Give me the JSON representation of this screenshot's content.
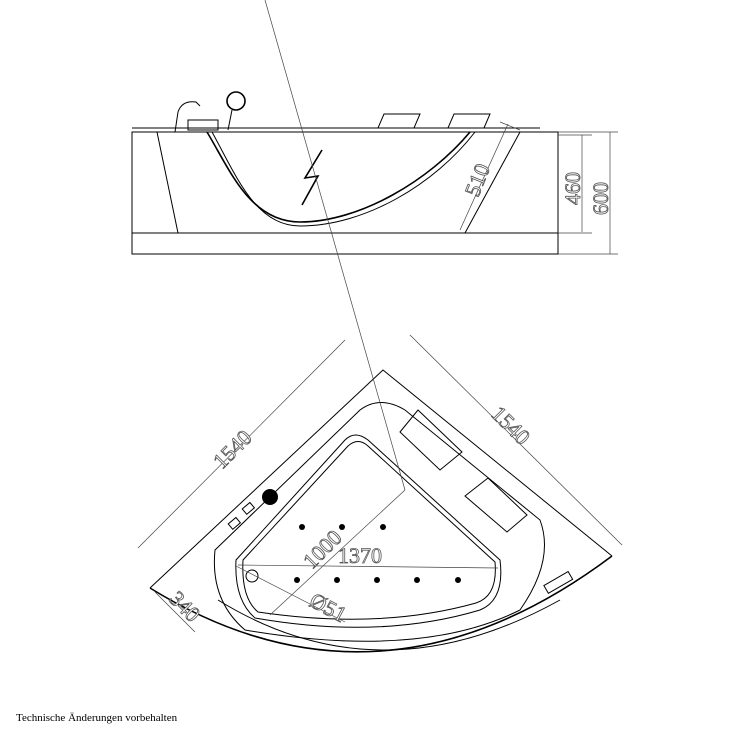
{
  "side_view": {
    "dim_depth_inner": "510",
    "dim_height_inner": "460",
    "dim_height_total": "600"
  },
  "top_view": {
    "dim_side_left": "1540",
    "dim_side_right": "1540",
    "dim_diagonal": "1000",
    "dim_width": "1370",
    "dim_front": "340",
    "dim_drain": "Ø51"
  },
  "footer": {
    "note": "Technische Änderungen vorbehalten"
  }
}
